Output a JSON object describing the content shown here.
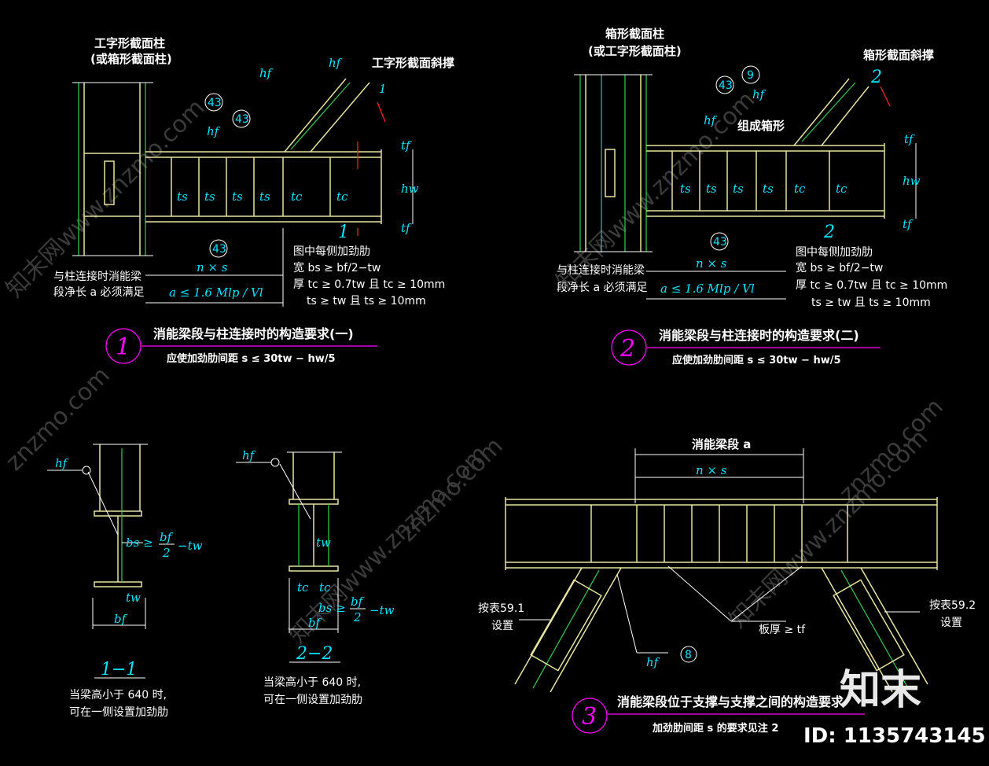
{
  "watermark": {
    "site": "znzmo.com",
    "site_cn": "知末网www.znzmo.com"
  },
  "brand": {
    "logo_text": "知末",
    "id_text": "ID: 1135743145"
  },
  "detail1": {
    "column_label_1": "工字形截面柱",
    "column_label_2": "(或箱形截面柱)",
    "brace_label": "工字形截面斜撑",
    "weld_hf": "hf",
    "weld_43": "43",
    "ts": "ts",
    "tc": "tc",
    "tf": "tf",
    "hw": "hw",
    "cut": "1",
    "nxs": "n × s",
    "len_formula": "a ≤ 1.6 Mlp / Vl",
    "left_note_1": "与柱连接时消能梁",
    "left_note_2": "段净长 a 必须满足",
    "stiff_note_1": "图中每侧加劲肋",
    "stiff_note_2": "宽 bs ≥ bf/2−tw",
    "stiff_note_3": "厚 tc ≥ 0.7tw 且 tc ≥ 10mm",
    "stiff_note_4": "ts ≥ tw 且 ts ≥ 10mm",
    "num": "1",
    "title": "消能梁段与柱连接时的构造要求(一)",
    "subtitle": "应使加劲肋间距 s ≤ 30tw − hw/5"
  },
  "detail2": {
    "column_label_1": "箱形截面柱",
    "column_label_2": "(或工字形截面柱)",
    "brace_label": "箱形截面斜撑",
    "built_up": "组成箱形",
    "weld_9": "9",
    "cut": "2",
    "nxs": "n × s",
    "len_formula": "a ≤ 1.6 Mlp / Vl",
    "left_note_1": "与柱连接时消能梁",
    "left_note_2": "段净长 a 必须满足",
    "stiff_note_1": "图中每侧加劲肋",
    "stiff_note_2": "宽 bs ≥ bf/2−tw",
    "stiff_note_3": "厚 tc ≥ 0.7tw 且 tc ≥ 10mm",
    "stiff_note_4": "ts ≥ tw 且 ts ≥ 10mm",
    "num": "2",
    "title": "消能梁段与柱连接时的构造要求(二)",
    "subtitle": "应使加劲肋间距 s ≤ 30tw − hw/5"
  },
  "section11": {
    "label": "1−1",
    "bs": "bs ≥",
    "frac_num": "bf",
    "frac_den": "2",
    "minus_tw": "−tw",
    "tw": "tw",
    "bf": "bf",
    "note_1": "当梁高小于 640 时,",
    "note_2": "可在一侧设置加劲肋"
  },
  "section22": {
    "label": "2−2",
    "tw": "tw",
    "tc": "tc",
    "bs": "bs ≥",
    "frac_num": "bf",
    "frac_den": "2",
    "minus_tw": "−tw",
    "bf": "bf",
    "note_1": "当梁高小于 640 时,",
    "note_2": "可在一侧设置加劲肋"
  },
  "detail3": {
    "top_label": "消能梁段 a",
    "nxs": "n × s",
    "left_note_1": "按表59.1",
    "left_note_2": "设置",
    "right_note_1": "按表59.2",
    "right_note_2": "设置",
    "plate": "板厚 ≥ tf",
    "hf": "hf",
    "weld_8": "8",
    "num": "3",
    "title": "消能梁段位于支撑与支撑之间的构造要求",
    "subtitle": "加劲肋间距 s 的要求见注 2"
  }
}
